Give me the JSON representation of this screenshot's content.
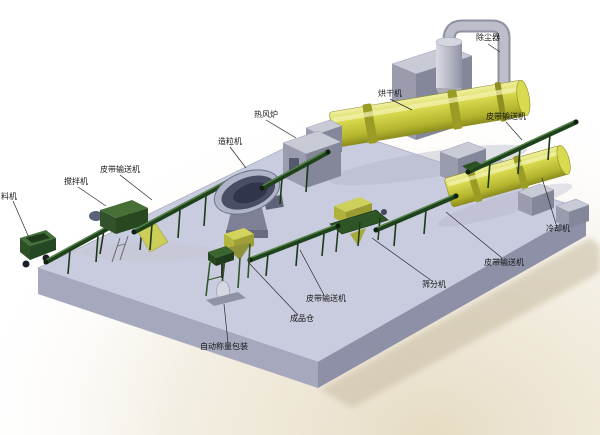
{
  "labels": [
    {
      "id": "feeder",
      "text": "料机"
    },
    {
      "id": "mixer",
      "text": "搅拌机"
    },
    {
      "id": "belt-conveyor-1",
      "text": "皮带输送机"
    },
    {
      "id": "granulator",
      "text": "造粒机"
    },
    {
      "id": "hot-air-furnace",
      "text": "热风炉"
    },
    {
      "id": "dryer",
      "text": "烘干机"
    },
    {
      "id": "dust-collector",
      "text": "除尘器"
    },
    {
      "id": "belt-conveyor-2",
      "text": "皮带输送机"
    },
    {
      "id": "cooler",
      "text": "冷却机"
    },
    {
      "id": "belt-conveyor-3",
      "text": "皮带输送机"
    },
    {
      "id": "screener",
      "text": "筛分机"
    },
    {
      "id": "belt-conveyor-4",
      "text": "皮带输送机"
    },
    {
      "id": "product-bin",
      "text": "成品仓"
    },
    {
      "id": "auto-packing",
      "text": "自动称量包装"
    }
  ],
  "colors": {
    "platform_top": "#c9cbde",
    "platform_front_left": "#a6a8bd",
    "platform_front_right": "#8e90a8",
    "machine_yellow": "#d9da50",
    "conveyor_green": "#1e421b",
    "equipment_gray": "#b7b9c6",
    "floor_tint": "#e6dcc4",
    "label_text": "#151515",
    "background": "#ffffff"
  }
}
